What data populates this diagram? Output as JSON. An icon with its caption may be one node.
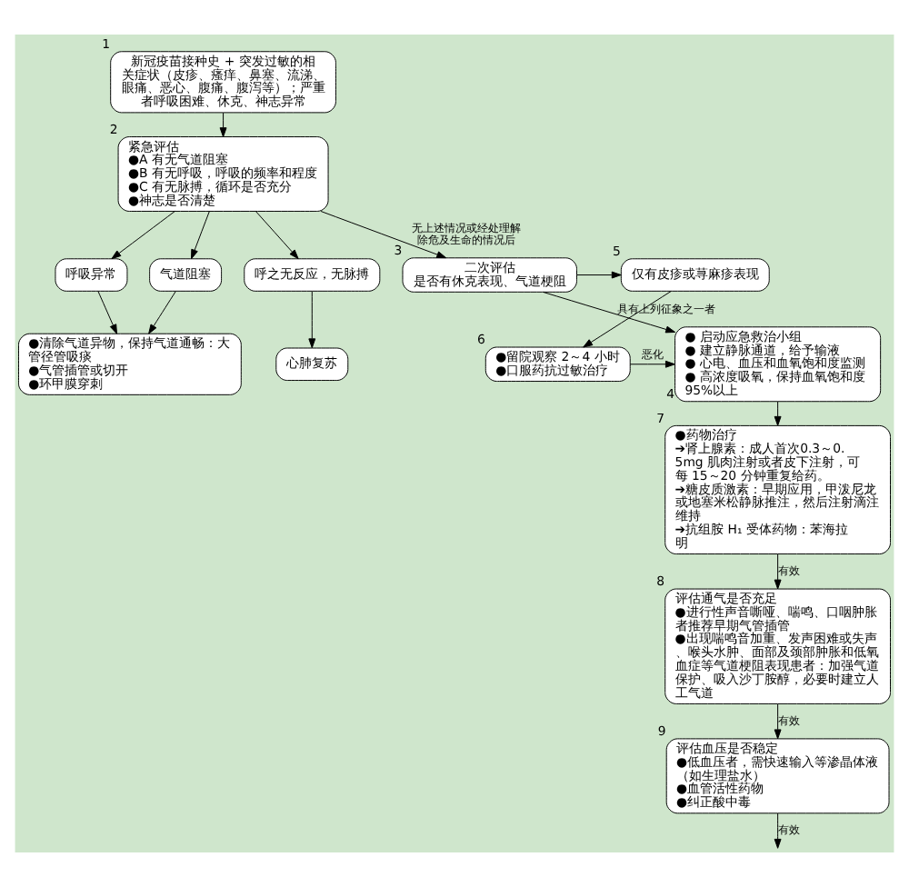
{
  "diagram": {
    "nodes": [
      {
        "text": [
          "新冠疫苗接种史 + 突发过敏的相关症状（皮疹、瘙痒、鼻塞、流涕、眼痛、恶心、腹痛、腹泻等）；严重者呼吸困难、休克、神志异常"
        ],
        "beside": [
          "1"
        ]
      },
      {
        "text": [
          "紧急评估",
          "●A 有无气道阻塞",
          "●B 有无呼吸，呼吸的频率和程度",
          "●C 有无脉搏，循环是否充分",
          "●神志是否清楚"
        ],
        "beside": [
          "2"
        ]
      },
      {
        "text": [
          "气道阻塞"
        ]
      },
      {
        "text": [
          "呼吸异常"
        ]
      },
      {
        "text": [
          "呼之无反应，无脉搏"
        ]
      },
      {
        "text": [
          "●清除气道异物，保持气道通畅：大管径管吸痰",
          "●气管插管或切开",
          "●环甲膜穿刺"
        ]
      },
      {
        "text": [
          "心肺复苏"
        ]
      },
      {
        "text": [
          "二次评估",
          "是否有休克表现、气道梗阻"
        ],
        "beside": [
          "3"
        ]
      },
      {
        "text": [
          "仅有皮疹或荨麻疹表现"
        ],
        "beside": [
          "5"
        ]
      },
      {
        "text": [
          "● 启动应急救治小组",
          "● 建立静脉通道，给予输液",
          "● 心电、血压和血氧饱和度监测",
          "● 高浓度吸氧，保持血氧饱和度 95%以上"
        ],
        "beside": [
          "4"
        ]
      },
      {
        "text": [
          "●留院观察 2～4 小时",
          "●口服药抗过敏治疗"
        ],
        "beside": [
          "6"
        ]
      },
      {
        "text": [
          "●药物治疗",
          "➔肾上腺素：成人首次0.3～0.5mg 肌肉注射或者皮下注射，可每 15～20 分钟重复给药。",
          "➔糖皮质激素：早期应用，甲泼尼龙或地塞米松静脉推注，然后注射滴注维持",
          "➔抗组胺 H₁ 受体药物：苯海拉明"
        ],
        "beside": [
          "7"
        ]
      },
      {
        "text": [
          "评估通气是否充足",
          "●进行性声音嘶哑、喘鸣、口咽肿胀者推荐早期气管插管",
          "●出现喘鸣音加重、发声困难或失声、喉头水肿、面部及颈部肿胀和低氧血症等气道梗阻表现患者：加强气道保护、吸入沙丁胺醇，必要时建立人工气道"
        ],
        "beside": [
          "8"
        ]
      },
      {
        "text": [
          "评估血压是否稳定",
          "●低血压者，需快速输入等渗晶体液（如生理盐水）",
          "●血管活性药物",
          "●纠正酸中毒"
        ],
        "beside": [
          "9"
        ]
      }
    ],
    "edges": [
      {
        "from": 0,
        "to": 1,
        "arrow": "to"
      },
      {
        "from": 1,
        "to": 2,
        "arrow": "to"
      },
      {
        "from": 1,
        "to": 3,
        "arrow": "to"
      },
      {
        "from": 1,
        "to": 4,
        "arrow": "to"
      },
      {
        "from": 2,
        "to": 5,
        "arrow": "to"
      },
      {
        "from": 3,
        "to": 5,
        "arrow": "to"
      },
      {
        "from": 4,
        "to": 6,
        "arrow": "to"
      },
      {
        "from": 1,
        "to": 7,
        "arrow": "to",
        "label": "无上述情况或经处理解除危及生命的情况后"
      },
      {
        "from": 7,
        "to": 8,
        "arrow": "to"
      },
      {
        "from": 7,
        "to": 9,
        "arrow": "to",
        "label": "具有上列征象之一者"
      },
      {
        "from": 8,
        "to": 10,
        "arrow": "to"
      },
      {
        "from": 10,
        "to": 9,
        "arrow": "to",
        "label": "恶化"
      },
      {
        "from": 9,
        "to": 11,
        "arrow": "to"
      },
      {
        "from": 11,
        "to": 12,
        "arrow": "to",
        "label": "有效"
      },
      {
        "from": 12,
        "to": 13,
        "arrow": "to",
        "label": "有效"
      },
      {
        "from": 13,
        "to": null,
        "arrow": "to",
        "label": "有效"
      }
    ]
  }
}
